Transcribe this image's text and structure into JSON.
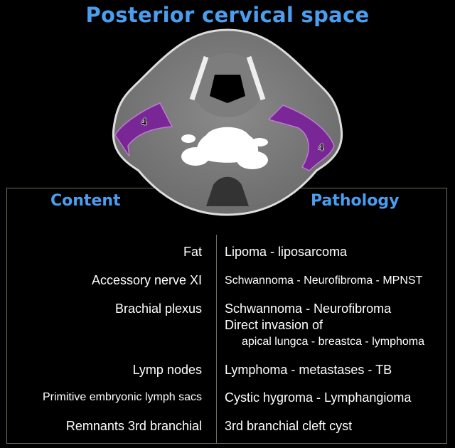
{
  "title": "Posterior cervical space",
  "image": {
    "region_label_left": "4",
    "region_label_right": "4",
    "highlight_color": "#7a1f9a"
  },
  "table": {
    "headers": {
      "content": "Content",
      "pathology": "Pathology"
    },
    "rows": [
      {
        "content": "Fat",
        "pathology": [
          "Lipoma - liposarcoma"
        ]
      },
      {
        "content": "Accessory nerve XI",
        "pathology": [
          "Schwannoma - Neurofibroma - MPNST"
        ]
      },
      {
        "content": "Brachial plexus",
        "pathology": [
          "Schwannoma - Neurofibroma",
          "Direct invasion of",
          "apical lungca - breastca - lymphoma"
        ]
      },
      {
        "content": "Lymp nodes",
        "pathology": [
          "Lymphoma - metastases - TB"
        ]
      },
      {
        "content": "Primitive embryonic lymph sacs",
        "pathology": [
          "Cystic hygroma - Lymphangioma"
        ]
      },
      {
        "content": "Remnants 3rd branchial",
        "pathology": [
          "3rd branchial cleft cyst"
        ]
      }
    ]
  }
}
